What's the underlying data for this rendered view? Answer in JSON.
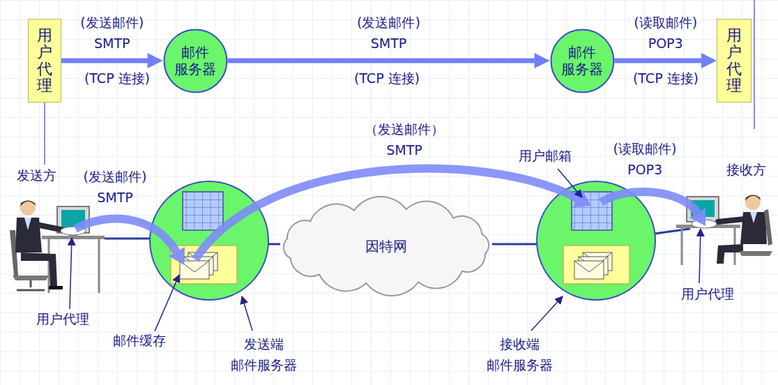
{
  "diagram": {
    "nodes": [
      {
        "text": [
          "用户代理"
        ]
      },
      {
        "text": [
          "邮件 服务器"
        ]
      },
      {
        "text": [
          "邮件 服务器"
        ]
      },
      {
        "text": [
          "用户代理"
        ]
      },
      {
        "text": [
          "因特网"
        ]
      }
    ],
    "edges": [
      {
        "from": 0,
        "to": 1,
        "arrow": "to",
        "label": "(发送邮件) SMTP"
      },
      {
        "from": 1,
        "to": 2,
        "arrow": "to",
        "label": "(发送邮件) SMTP"
      },
      {
        "from": 2,
        "to": 3,
        "arrow": "to",
        "label": "(读取邮件) POP3"
      }
    ],
    "labels": [
      "(TCP 连接)",
      "(TCP 连接)",
      "(TCP 连接)",
      "发送方",
      "(发送邮件) SMTP",
      "（发送邮件） SMTP",
      "用户邮箱",
      "(读取邮件) POP3",
      "接收方",
      "用户代理",
      "邮件缓存",
      "发送端 邮件服务器",
      "接收端 邮件服务器",
      "用户代理"
    ]
  }
}
